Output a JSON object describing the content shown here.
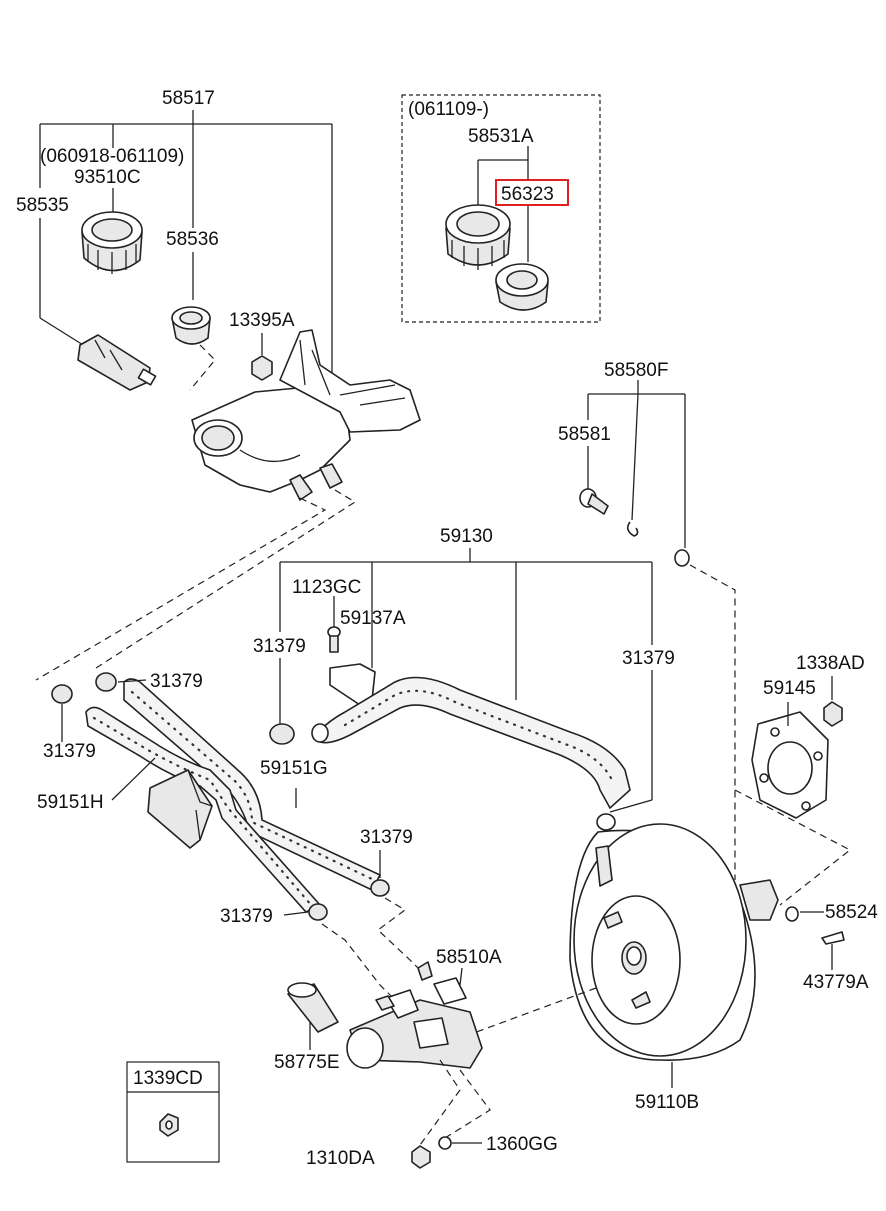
{
  "labels": {
    "p58517": "58517",
    "p060918": "(060918-061109)",
    "p93510C": "93510C",
    "p58535": "58535",
    "p58536": "58536",
    "p13395A": "13395A",
    "p061109": "(061109-)",
    "p58531A": "58531A",
    "p56323": "56323",
    "p58580F": "58580F",
    "p58581": "58581",
    "p59130": "59130",
    "p1123GC": "1123GC",
    "p59137A": "59137A",
    "p31379_a": "31379",
    "p31379_b": "31379",
    "p31379_c": "31379",
    "p31379_d": "31379",
    "p31379_e": "31379",
    "p31379_f": "31379",
    "p1338AD": "1338AD",
    "p59145": "59145",
    "p59151G": "59151G",
    "p59151H": "59151H",
    "p58524": "58524",
    "p43779A": "43779A",
    "p58510A": "58510A",
    "p58775E": "58775E",
    "p1339CD": "1339CD",
    "p59110B": "59110B",
    "p1310DA": "1310DA",
    "p1360GG": "1360GG"
  },
  "highlight_color": "#e02020"
}
